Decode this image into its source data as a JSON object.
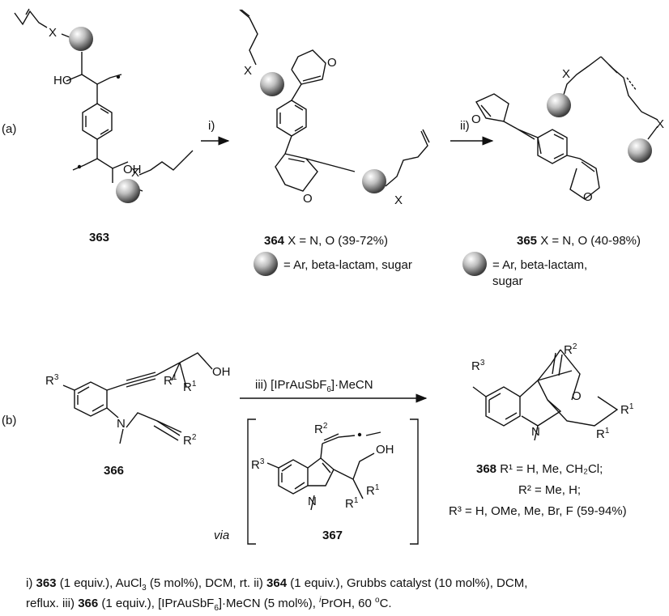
{
  "panel_a": {
    "tag": "(a)",
    "arrow1": "i)",
    "arrow2": "ii)",
    "atoms": {
      "x": "X",
      "o": "O",
      "ho": "HO",
      "oh": "OH"
    },
    "c363": {
      "num": "363"
    },
    "c364": {
      "num": "364",
      "rest": " X = N, O (39-72%)"
    },
    "c365": {
      "num": "365",
      "rest": " X = N, O (40-98%)"
    },
    "legend364": "= Ar, beta-lactam, sugar",
    "legend365_l1": "= Ar, beta-lactam,",
    "legend365_l2": "sugar"
  },
  "panel_b": {
    "tag": "(b)",
    "arrow_pre": "iii) [IPrAuSbF",
    "arrow_sub": "6",
    "arrow_post": "]·MeCN",
    "via": "via",
    "atoms": {
      "oh": "OH",
      "n": "N",
      "o": "O",
      "r": "R",
      "s1": "1",
      "s2": "2",
      "s3": "3"
    },
    "c366": "366",
    "c367": "367",
    "c368": {
      "num": "368",
      "l1": " R¹ = H, Me, CH₂Cl;",
      "l2": "R² = Me, H;",
      "l3": "R³ = H, OMe, Me, Br, F (59-94%)"
    }
  },
  "footer": {
    "p1": "i) ",
    "p1b": "363",
    "p2": " (1 equiv.), AuCl",
    "p2s": "3",
    "p3": " (5 mol%), DCM, rt. ii) ",
    "p3b": "364",
    "p4": " (1 equiv.), Grubbs catalyst (10 mol%), DCM,",
    "p5": "reflux. iii) ",
    "p5b": "366",
    "p6": " (1 equiv.), [IPrAuSbF",
    "p6s": "6",
    "p7": "]·MeCN (5 mol%), ",
    "p7i": "i",
    "p8": "PrOH, 60 ",
    "p8o": "o",
    "p9": "C."
  }
}
